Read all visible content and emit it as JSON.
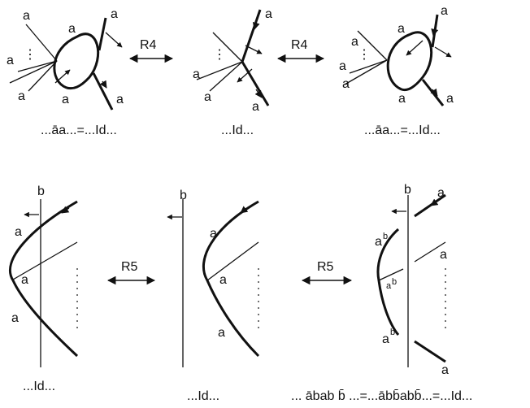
{
  "moves": {
    "top": "R4",
    "bottom": "R5"
  },
  "labels": {
    "a": "a",
    "b": "b",
    "a_sup_b": "b",
    "dots": "⋮"
  },
  "captions": {
    "top_left": "...āa...=...Id...",
    "top_mid": "...Id...",
    "top_right": "...āa...=...Id...",
    "bot_left": "...Id...",
    "bot_mid": "...Id...",
    "bot_right": "... ābab b̄ ...=...ābb̄abb̄...=...Id..."
  }
}
